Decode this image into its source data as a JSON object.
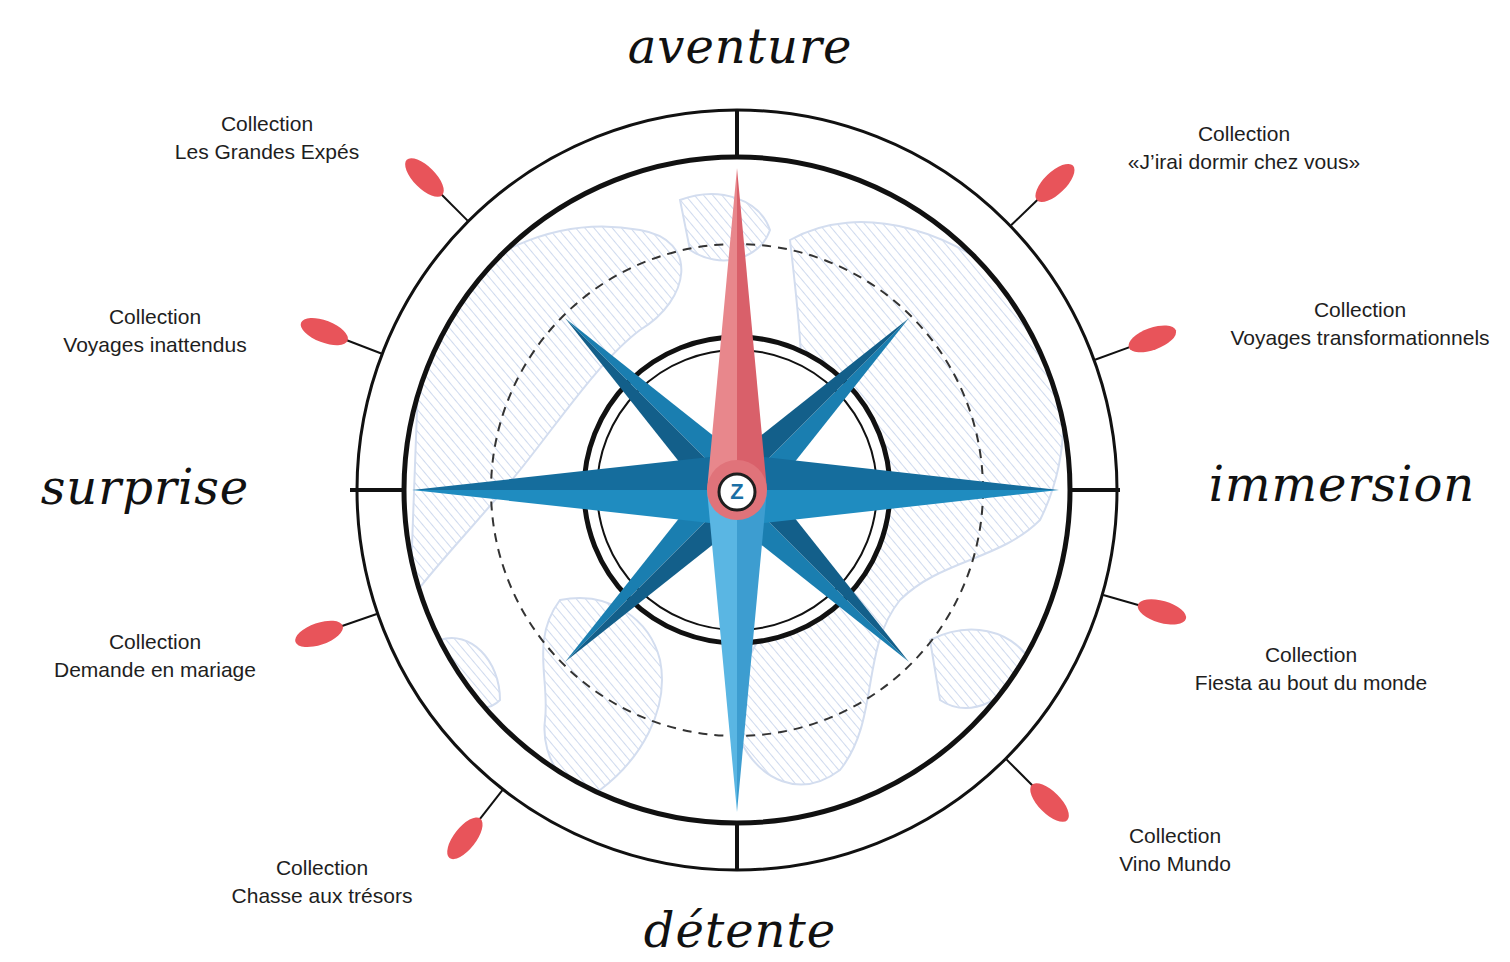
{
  "diagram": {
    "labels": [
      "aventure",
      "Collection Les Grandes Expés",
      "Collection «J’irai dormir chez vous»",
      "Collection Voyages inattendus",
      "Collection Voyages transformationnels",
      "surprise",
      "immersion",
      "Collection Demande en mariage",
      "Collection Fiesta au bout du monde",
      "Collection Chasse aux trésors",
      "Collection Vino Mundo",
      "détente",
      "Z"
    ]
  }
}
